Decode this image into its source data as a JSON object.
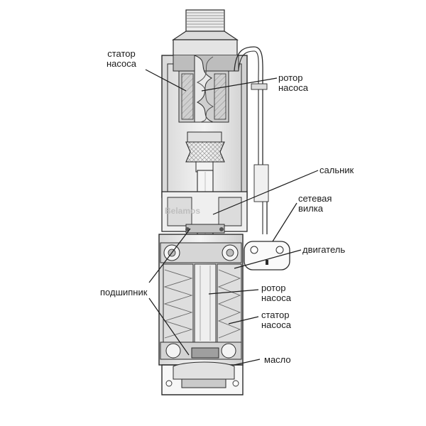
{
  "labels": {
    "stator_pump_top": {
      "line1": "статор",
      "line2": "насоса"
    },
    "rotor_pump_top": {
      "line1": "ротор",
      "line2": "насоса"
    },
    "gland": "сальник",
    "power_plug": {
      "line1": "сетевая",
      "line2": "вилка"
    },
    "motor": "двигатель",
    "bearing": "подшипник",
    "rotor_pump_bottom": {
      "line1": "ротор",
      "line2": "насоса"
    },
    "stator_pump_bottom": {
      "line1": "статор",
      "line2": "насоса"
    },
    "oil": "масло"
  },
  "watermark": "Belamos",
  "colors": {
    "line": "#2b2b2b",
    "fill_light": "#e6e6e6",
    "fill_mid": "#cfcfcf",
    "fill_dark": "#9a9a9a"
  }
}
